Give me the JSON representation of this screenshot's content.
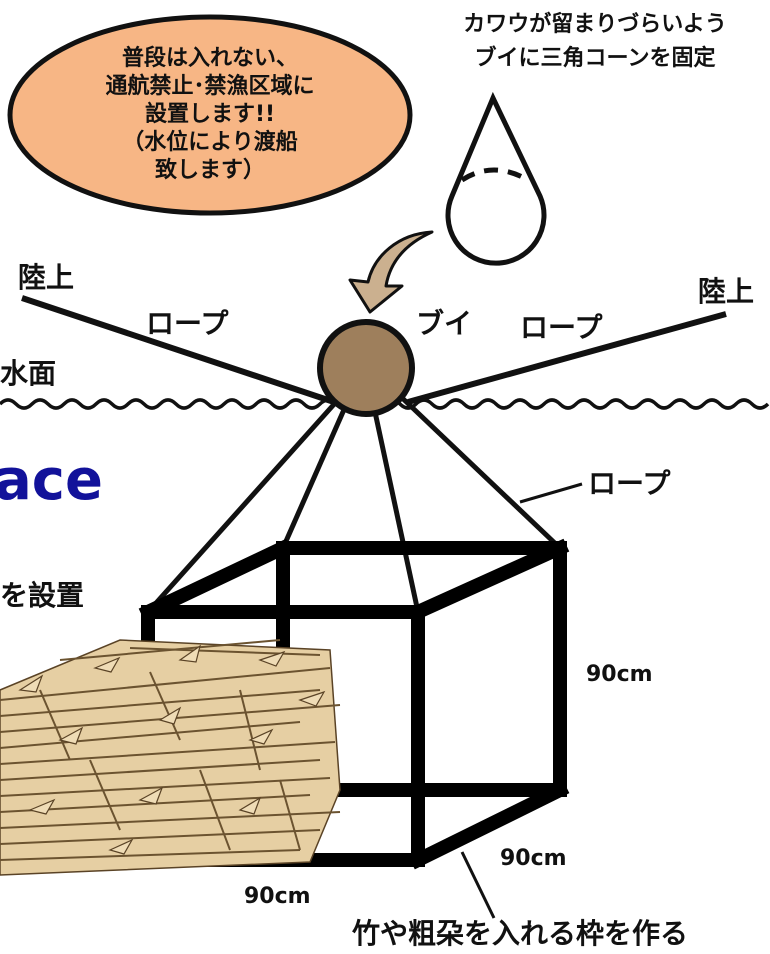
{
  "callout": {
    "lines": [
      "普段は入れない、",
      "通航禁止･禁漁区域に",
      "設置します!!",
      "（水位により渡船",
      "致します）"
    ]
  },
  "cone_note": {
    "lines": [
      "カワウが留まりづらいよう",
      "ブイに三角コーンを固定"
    ]
  },
  "labels": {
    "land_left": "陸上",
    "land_right": "陸上",
    "rope_left": "ロープ",
    "rope_right": "ロープ",
    "rope_frame": "ロープ",
    "buoy": "ブイ",
    "water_surface": "水面",
    "partial_heading": "ace",
    "partial_text": "を設置",
    "dim_height": "90cm",
    "dim_depth": "90cm",
    "dim_width": "90cm",
    "frame_caption": "竹や粗朶を入れる枠を作る"
  },
  "colors": {
    "callout_fill": "#f7b685",
    "buoy_fill": "#9e7f5c",
    "arrow_fill": "#cbb08f",
    "frame": "#000000",
    "bamboo": "#e6cfa3",
    "heading_blue": "#12129a"
  }
}
